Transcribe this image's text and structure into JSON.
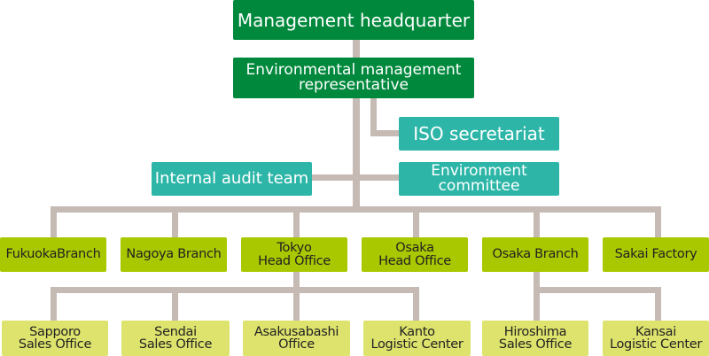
{
  "colors": {
    "top": "#00893d",
    "staff": "#2db6a8",
    "branch": "#a9c800",
    "office": "#dde36c",
    "connector": "#c6bab4"
  },
  "top": {
    "headquarter": "Management headquarter",
    "representative": "Environmental management\nrepresentative"
  },
  "staff": {
    "iso": "ISO secretariat",
    "audit": "Internal audit team",
    "committee": "Environment\ncommittee"
  },
  "branches": [
    "FukuokaBranch",
    "Nagoya Branch",
    "Tokyo\nHead Office",
    "Osaka\nHead Office",
    "Osaka Branch",
    "Sakai Factory"
  ],
  "offices": [
    "Sapporo\nSales Office",
    "Sendai\nSales Office",
    "Asakusabashi\nOffice",
    "Kanto\nLogistic Center",
    "Hiroshima\nSales Office",
    "Kansai\nLogistic Center"
  ]
}
